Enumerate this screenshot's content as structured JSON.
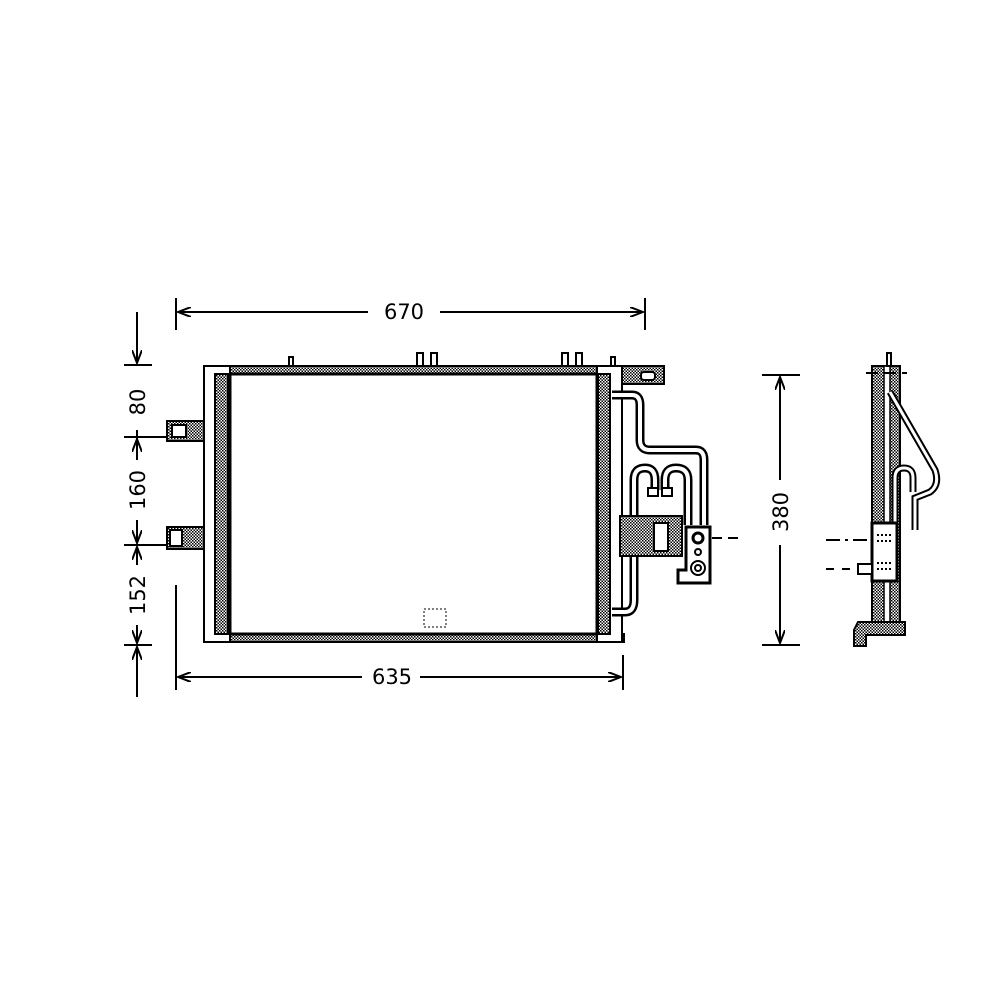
{
  "dimensions": {
    "top_width": "670",
    "bottom_width": "635",
    "height": "380",
    "left_stack": [
      "80",
      "160",
      "152"
    ]
  },
  "colors": {
    "line": "#000000",
    "hatch": "#8a8a8a"
  }
}
